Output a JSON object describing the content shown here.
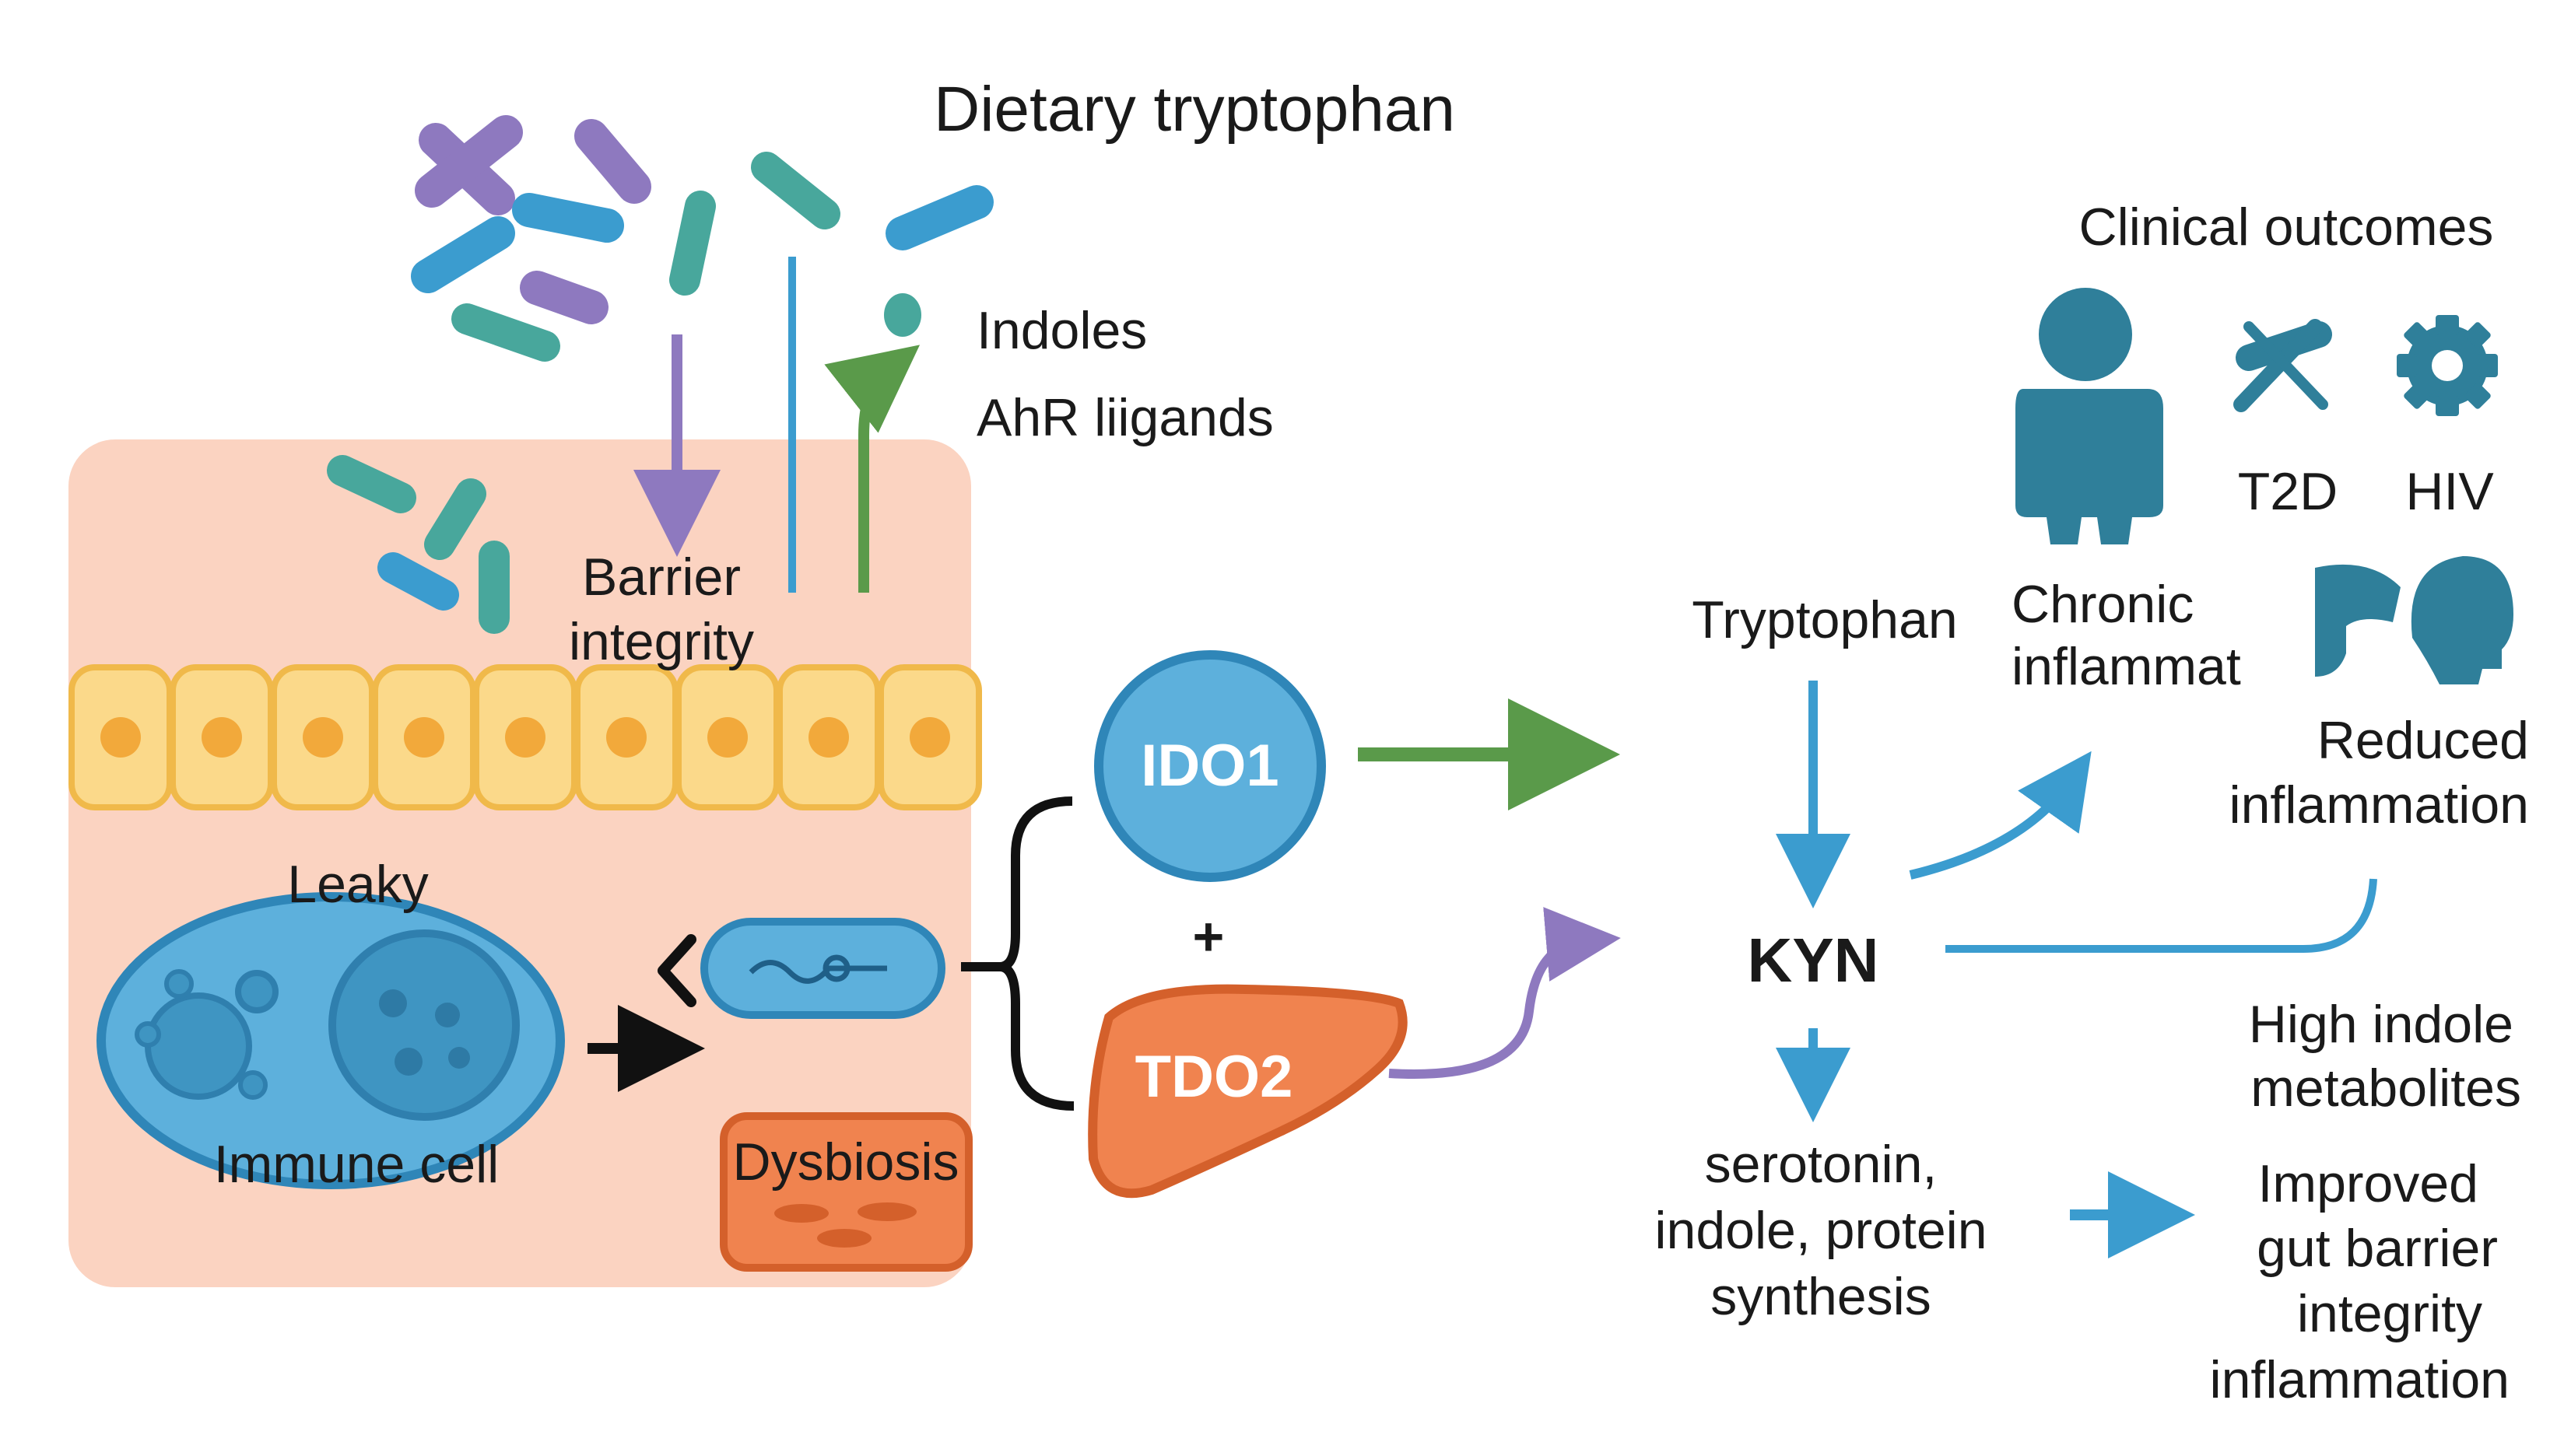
{
  "title": "Dietary tryptophan",
  "gut": {
    "metabolites_line1": "Indoles",
    "metabolites_line2": "AhR liigands",
    "barrier_line1": "Barrier",
    "barrier_line2": "integrity",
    "leaky": "Leaky",
    "immune_cell": "Immune cell",
    "dysbiosis": "Dysbiosis"
  },
  "enzymes": {
    "ido1": "IDO1",
    "plus": "+",
    "tdo2": "TDO2"
  },
  "pathway": {
    "tryptophan": "Tryptophan",
    "kyn": "KYN",
    "products_line1": "serotonin,",
    "products_line2": "indole, protein",
    "products_line3": "synthesis"
  },
  "outcomes": {
    "heading": "Clinical outcomes",
    "t2d": "T2D",
    "hiv": "HIV",
    "chronic_line1": "Chronic",
    "chronic_line2": "inflammat",
    "reduced_line1": "Reduced",
    "reduced_line2": "inflammation",
    "high_indole_line1": "High indole",
    "high_indole_line2": "metabolites",
    "improved_line1": "Improved",
    "improved_line2": "gut barrier",
    "improved_line3": "integrity",
    "improved_line4": "inflammation"
  },
  "colors": {
    "lumen_panel": "#fbd3c1",
    "epithelium": "#fbd98a",
    "epithelium_border": "#f0b94a",
    "nucleus": "#f2a93b",
    "blue": "#3b9ccf",
    "teal": "#48a79c",
    "purple": "#8e79bf",
    "green": "#5a9a4a",
    "orange": "#f0834f",
    "outcome_icon": "#2f7f9a"
  }
}
